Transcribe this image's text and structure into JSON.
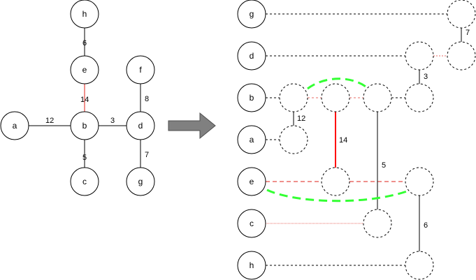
{
  "tree": {
    "nodes": [
      {
        "id": "h",
        "label": "h"
      },
      {
        "id": "e",
        "label": "e"
      },
      {
        "id": "f",
        "label": "f"
      },
      {
        "id": "a",
        "label": "a"
      },
      {
        "id": "b",
        "label": "b"
      },
      {
        "id": "d",
        "label": "d"
      },
      {
        "id": "c",
        "label": "c"
      },
      {
        "id": "g",
        "label": "g"
      }
    ],
    "edges": [
      {
        "from": "h",
        "to": "e",
        "weight": "6",
        "color": "#000000"
      },
      {
        "from": "e",
        "to": "b",
        "weight": "14",
        "color": "#ea6b66"
      },
      {
        "from": "a",
        "to": "b",
        "weight": "12",
        "color": "#000000"
      },
      {
        "from": "b",
        "to": "d",
        "weight": "3",
        "color": "#000000"
      },
      {
        "from": "b",
        "to": "c",
        "weight": "5",
        "color": "#000000"
      },
      {
        "from": "f",
        "to": "d",
        "weight": "8",
        "color": "#000000"
      },
      {
        "from": "d",
        "to": "g",
        "weight": "7",
        "color": "#000000"
      }
    ]
  },
  "arrow": {
    "fill": "#808080",
    "stroke": "#4d4d4d"
  },
  "layout_diagram": {
    "row_labels": [
      "g",
      "d",
      "b",
      "a",
      "e",
      "c",
      "h"
    ],
    "connections": [
      {
        "id": "w7",
        "weight": "7"
      },
      {
        "id": "w3",
        "weight": "3"
      },
      {
        "id": "w12",
        "weight": "12"
      },
      {
        "id": "w14",
        "weight": "14",
        "color": "#ff0000"
      },
      {
        "id": "w5",
        "weight": "5"
      },
      {
        "id": "w6",
        "weight": "6"
      }
    ],
    "colors": {
      "highlight": "#ea6b66",
      "strong_red": "#ff0000",
      "green_arc": "#33ff33"
    }
  }
}
